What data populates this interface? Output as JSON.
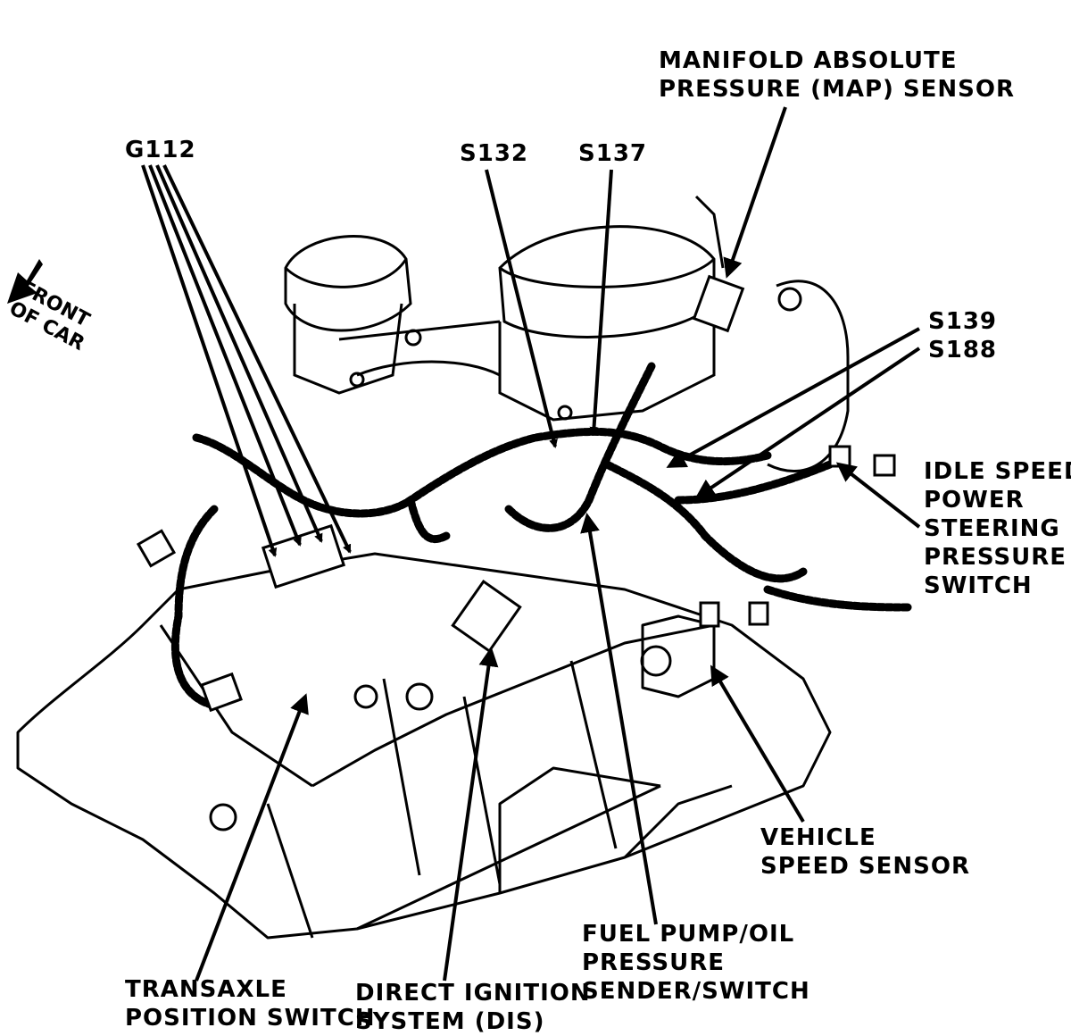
{
  "labels": {
    "map_sensor": [
      "MANIFOLD ABSOLUTE",
      "PRESSURE (MAP) SENSOR"
    ],
    "g112": "G112",
    "s132": "S132",
    "s137": "S137",
    "s139_s188": [
      "S139",
      "S188"
    ],
    "front_of_car": [
      "FRONT",
      "OF CAR"
    ],
    "idle_speed_ps_switch": [
      "IDLE SPEED",
      "POWER",
      "STEERING",
      "PRESSURE",
      "SWITCH"
    ],
    "vehicle_speed_sensor": [
      "VEHICLE",
      "SPEED SENSOR"
    ],
    "fuel_pump_oil": [
      "FUEL PUMP/OIL",
      "PRESSURE",
      "SENDER/SWITCH"
    ],
    "dis": [
      "DIRECT IGNITION",
      "SYSTEM (DIS)"
    ],
    "transaxle_switch": [
      "TRANSAXLE",
      "POSITION SWITCH"
    ]
  },
  "colors": {
    "ink": "#000000",
    "paper": "#ffffff"
  }
}
